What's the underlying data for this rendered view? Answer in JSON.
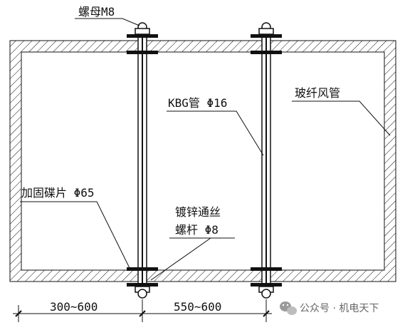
{
  "labels": {
    "nut": "螺母M8",
    "kbg_pipe": "KBG管 Φ16",
    "duct": "玻纤风管",
    "washer": "加固碟片 Φ65",
    "rod_line1": "镀锌通丝",
    "rod_line2": "螺杆 Φ8"
  },
  "dimensions": {
    "left": "300~600",
    "right": "550~600"
  },
  "watermark": {
    "text": "公众号 · 机电天下",
    "icon": "wechat-icon"
  },
  "colors": {
    "line": "#111111",
    "background": "#ffffff",
    "watermark": "#777777"
  }
}
